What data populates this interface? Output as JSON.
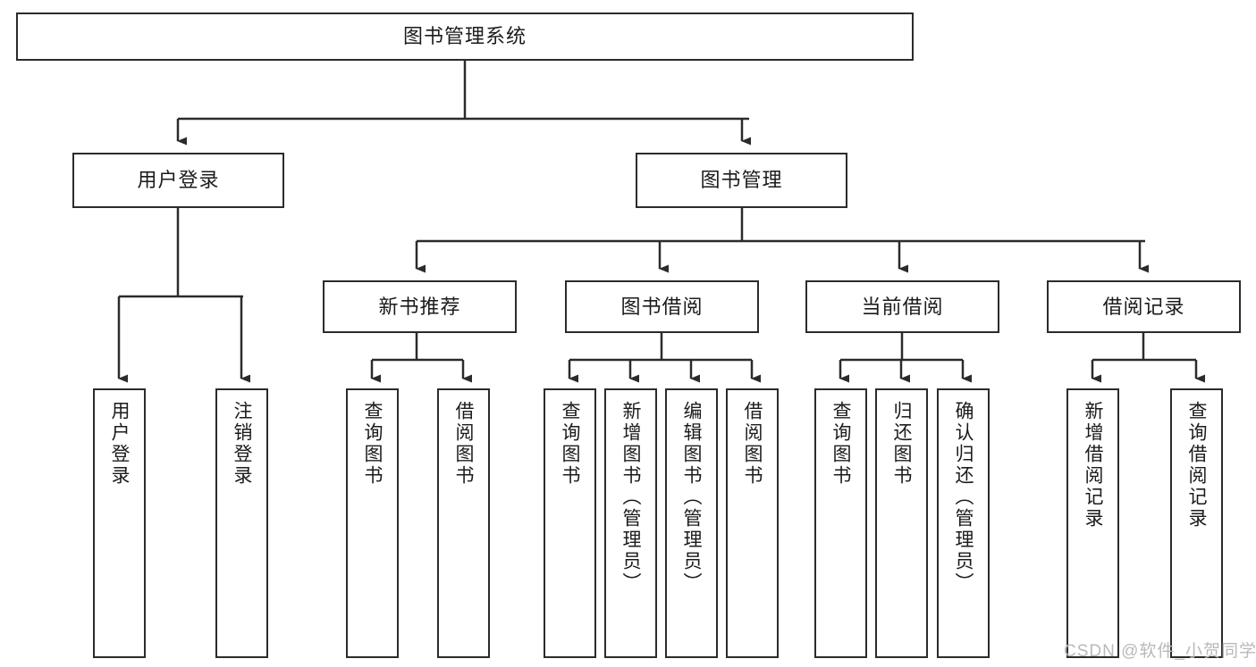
{
  "diagram": {
    "title": "图书管理系统",
    "type": "tree-hierarchy-chart",
    "stroke_color": "#2b2b2b",
    "fill_color": "#ffffff",
    "text_color": "#1b1b1b"
  },
  "watermark": {
    "text": "CSDN @软件_小贺同学",
    "color": "#b9b9b9"
  },
  "nodes": {
    "root": {
      "label": "图书管理系统"
    },
    "level2": [
      {
        "label": "用户登录"
      },
      {
        "label": "图书管理"
      }
    ],
    "level3": [
      {
        "label": "新书推荐"
      },
      {
        "label": "图书借阅"
      },
      {
        "label": "当前借阅"
      },
      {
        "label": "借阅记录"
      }
    ],
    "leaves": [
      {
        "label": "用户登录",
        "parent": "用户登录"
      },
      {
        "label": "注销登录",
        "parent": "用户登录"
      },
      {
        "label": "查询图书",
        "parent": "新书推荐"
      },
      {
        "label": "借阅图书",
        "parent": "新书推荐"
      },
      {
        "label": "查询图书",
        "parent": "图书借阅"
      },
      {
        "label": "新增图书（管理员）",
        "parent": "图书借阅"
      },
      {
        "label": "编辑图书（管理员）",
        "parent": "图书借阅"
      },
      {
        "label": "借阅图书",
        "parent": "图书借阅"
      },
      {
        "label": "查询图书",
        "parent": "当前借阅"
      },
      {
        "label": "归还图书",
        "parent": "当前借阅"
      },
      {
        "label": "确认归还（管理员）",
        "parent": "当前借阅"
      },
      {
        "label": "新增借阅记录",
        "parent": "借阅记录"
      },
      {
        "label": "查询借阅记录",
        "parent": "借阅记录"
      }
    ]
  }
}
